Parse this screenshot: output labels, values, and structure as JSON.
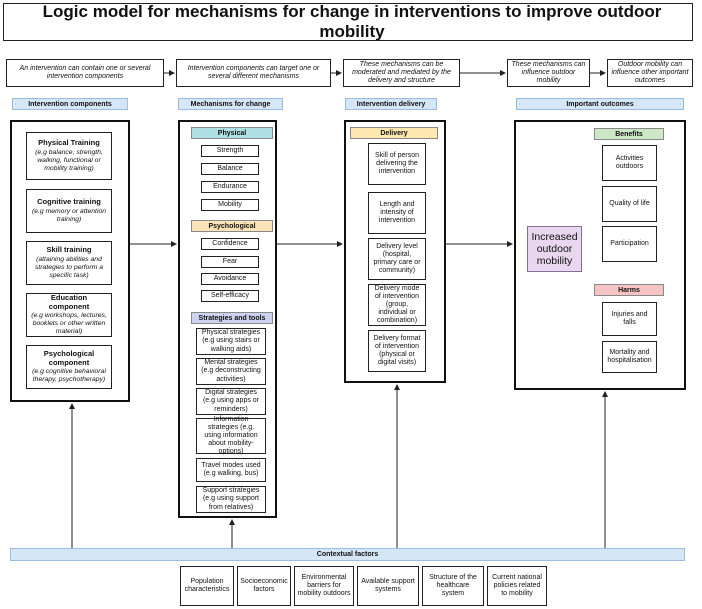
{
  "title": "Logic model for mechanisms for change in interventions to improve outdoor mobility",
  "flow": [
    "An intervention can contain one or several intervention components",
    "Intervention components can target one or several different mechanisms",
    "These mechanisms can be moderated and mediated by the delivery and structure",
    "These mechanisms can influence outdoor mobility",
    "Outdoor mobility can influence other important outcomes"
  ],
  "headers": {
    "components": "Intervention components",
    "mechanisms": "Mechanisms for change",
    "delivery": "Intervention delivery",
    "outcomes": "Important outcomes"
  },
  "components": [
    {
      "name": "Physical Training",
      "desc": "(e.g balance, strength, walking, functional or mobility training)"
    },
    {
      "name": "Cognitive training",
      "desc": "(e.g memory or attention training)"
    },
    {
      "name": "Skill training",
      "desc": "(attaining abilities and strategies to perform a specific task)"
    },
    {
      "name": "Education component",
      "desc": "(e.g workshops, lectures, booklets or other written material)"
    },
    {
      "name": "Psychological component",
      "desc": "(e.g cognitive behavioral therapy, psychotherapy)"
    }
  ],
  "mechanisms": {
    "physical_label": "Physical",
    "physical": [
      "Strength",
      "Balance",
      "Endurance",
      "Mobility"
    ],
    "psychological_label": "Psychological",
    "psychological": [
      "Confidence",
      "Fear",
      "Avoidance",
      "Self-efficacy"
    ],
    "strategies_label": "Strategies and tools",
    "strategies": [
      "Physical strategies (e.g using stairs or walking aids)",
      "Mental strategies (e.g deconstructing activities)",
      "Digital strategies (e.g using apps or reminders)",
      "Information strategies (e.g. using information about mobility-options)",
      "Travel modes used (e.g walking, bus)",
      "Support strategies (e.g using support from relatives)"
    ]
  },
  "delivery": {
    "label": "Delivery",
    "items": [
      "Skill of person delivering the intervention",
      "Length and intensity of intervention",
      "Delivery level (hospital, primary care or community)",
      "Delivery mode of intervention (group, individual or combination)",
      "Delivery format of intervention (physical or digital visits)"
    ]
  },
  "outcomes": {
    "central": "Increased outdoor mobility",
    "benefits_label": "Benefits",
    "benefits": [
      "Activities outdoors",
      "Quality of life",
      "Participation"
    ],
    "harms_label": "Harms",
    "harms": [
      "Injuries and falls",
      "Mortality and hospitalisation"
    ]
  },
  "context": {
    "label": "Contextual factors",
    "items": [
      "Population characteristics",
      "Socioeconomic factors",
      "Environmental barriers for mobility outdoors",
      "Available support systems",
      "Structure of the healthcare system",
      "Current national policies related to mobility"
    ]
  },
  "colors": {
    "blue": "#d5e6f7",
    "physical": "#aee0e4",
    "psychological": "#fde3b8",
    "strategies": "#cbd3ef",
    "delivery": "#fde9b0",
    "benefits": "#cde8c4",
    "harms": "#f6c4c4",
    "central": "#e8d7ee"
  }
}
